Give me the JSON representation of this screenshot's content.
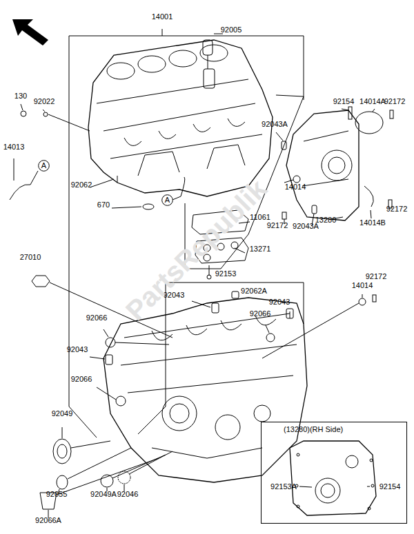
{
  "diagram": {
    "nodes": [
      {
        "text": [
          "A"
        ]
      },
      {
        "text": [
          "A"
        ]
      },
      {
        "text": [
          "(13280)(RH Side)",
          "92153A",
          "92154"
        ]
      }
    ],
    "labels": [
      "14001",
      "92005",
      "130",
      "92022",
      "14013",
      "92154",
      "14014A",
      "92172",
      "92043A",
      "92062",
      "670",
      "14014",
      "92172",
      "13280",
      "14014B",
      "92172",
      "92043A",
      "11061",
      "13271",
      "92153",
      "27010",
      "92172",
      "14014",
      "92043",
      "92062A",
      "92043",
      "92066",
      "92066",
      "92043",
      "92066",
      "92049",
      "92055",
      "92066A",
      "92049A",
      "92046",
      "PartsRepublik"
    ]
  }
}
